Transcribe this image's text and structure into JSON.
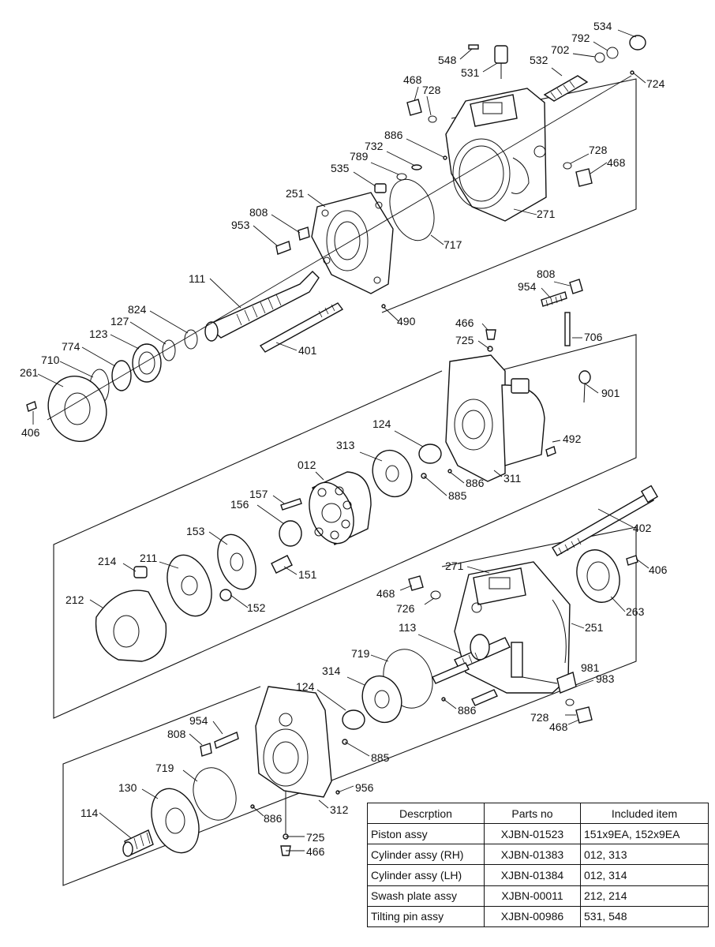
{
  "callouts": {
    "c534": "534",
    "c792": "792",
    "c702": "702",
    "c548": "548",
    "c531": "531",
    "c532": "532",
    "c724": "724",
    "c468a": "468",
    "c728a": "728",
    "c886a": "886",
    "c732": "732",
    "c789": "789",
    "c535": "535",
    "c728b": "728",
    "c468b": "468",
    "c251a": "251",
    "c808a": "808",
    "c953": "953",
    "c717": "717",
    "c271a": "271",
    "c111": "111",
    "c490": "490",
    "c824": "824",
    "c127": "127",
    "c123": "123",
    "c774": "774",
    "c710": "710",
    "c261": "261",
    "c406a": "406",
    "c401": "401",
    "c808b": "808",
    "c954a": "954",
    "c466a": "466",
    "c725a": "725",
    "c706": "706",
    "c901": "901",
    "c124a": "124",
    "c492": "492",
    "c313": "313",
    "c012": "012",
    "c886b": "886",
    "c885a": "885",
    "c311": "311",
    "c157": "157",
    "c156": "156",
    "c153": "153",
    "c151": "151",
    "c402": "402",
    "c214": "214",
    "c211": "211",
    "c212": "212",
    "c152": "152",
    "c271b": "271",
    "c406b": "406",
    "c468c": "468",
    "c726": "726",
    "c263": "263",
    "c251b": "251",
    "c113": "113",
    "c719a": "719",
    "c981": "981",
    "c983": "983",
    "c314": "314",
    "c124b": "124",
    "c886c": "886",
    "c728c": "728",
    "c468d": "468",
    "c954b": "954",
    "c808c": "808",
    "c885b": "885",
    "c719b": "719",
    "c956": "956",
    "c130": "130",
    "c886d": "886",
    "c312": "312",
    "c114": "114",
    "c725b": "725",
    "c466b": "466"
  },
  "parts_table": {
    "headers": [
      "Descrption",
      "Parts no",
      "Included item"
    ],
    "rows": [
      [
        "Piston assy",
        "XJBN-01523",
        "151x9EA, 152x9EA"
      ],
      [
        "Cylinder assy (RH)",
        "XJBN-01383",
        "012, 313"
      ],
      [
        "Cylinder assy (LH)",
        "XJBN-01384",
        "012, 314"
      ],
      [
        "Swash plate assy",
        "XJBN-00011",
        "212, 214"
      ],
      [
        "Tilting pin assy",
        "XJBN-00986",
        "531, 548"
      ]
    ]
  }
}
